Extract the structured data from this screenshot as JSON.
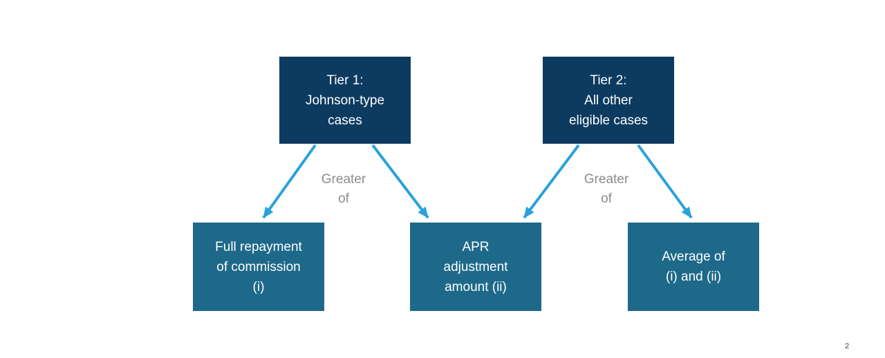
{
  "colors": {
    "background": "#FFFFFF",
    "box-navy": "#0D3A5F",
    "box-teal": "#1E6989",
    "box-text": "#FFFFFF",
    "arrow-blue": "#29A2DC",
    "label-gray": "#8C8C8C",
    "page-number-gray": "#404040"
  },
  "diagram": {
    "tier1_label": "Tier 1:\nJohnson-type\ncases",
    "tier2_label": "Tier 2:\nAll other\neligible cases",
    "outcome_full_repayment_label": "Full repayment\nof commission\n(i)",
    "outcome_apr_adjustment_label": "APR\nadjustment\namount (ii)",
    "outcome_average_label": "Average of\n(i) and (ii)",
    "tier1_connector_label": "Greater\nof",
    "tier2_connector_label": "Greater\nof"
  },
  "page_number": "2"
}
